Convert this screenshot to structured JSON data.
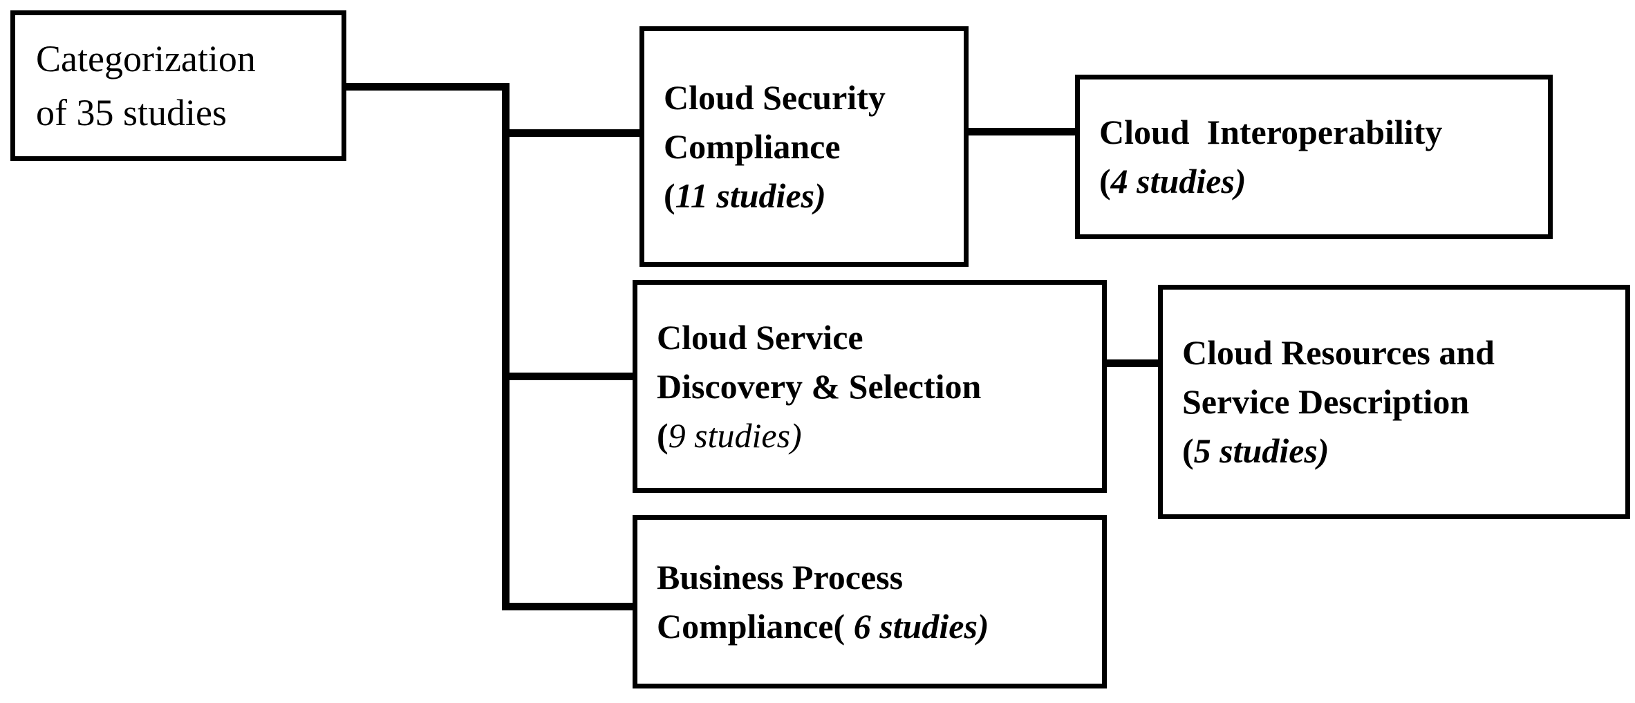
{
  "diagram": {
    "title": "Categorization of 35 studies",
    "type": "tree",
    "root": {
      "id": "categorization",
      "line1": "Categorization",
      "line2": "of 35 studies",
      "total_studies": 35
    },
    "categories": [
      {
        "id": "cloud-security-compliance",
        "line1": "Cloud Security",
        "line2": "Compliance",
        "count_open": "(",
        "count_text": "11 studies)",
        "studies": 11
      },
      {
        "id": "cloud-service-discovery-selection",
        "line1": "Cloud Service",
        "line2": "Discovery & Selection",
        "count_open": "(",
        "count_text": "9 studies)",
        "studies": 9
      },
      {
        "id": "business-process-compliance",
        "line1": "Business Process",
        "line2": "Compliance(",
        "count_open": "",
        "count_text": " 6 studies)",
        "studies": 6
      }
    ],
    "subcategories": [
      {
        "id": "cloud-interoperability",
        "parent": "cloud-security-compliance",
        "line1": "Cloud  Interoperability",
        "count_open": "(",
        "count_text": "4 studies)",
        "studies": 4
      },
      {
        "id": "cloud-resources-service-description",
        "parent": "cloud-service-discovery-selection",
        "line1": "Cloud Resources and",
        "line2": "Service Description",
        "count_open": "(",
        "count_text": "5 studies)",
        "studies": 5
      }
    ],
    "colors": {
      "stroke": "#000000",
      "fill": "#ffffff",
      "text": "#000000"
    }
  }
}
